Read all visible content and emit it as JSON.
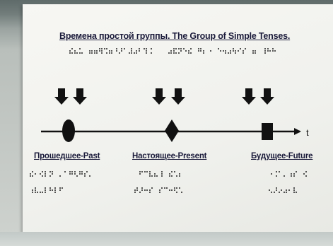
{
  "title": "Времена простой группы. The Group of Simple Tenses.",
  "axis": {
    "end_label": "t"
  },
  "tenses": [
    {
      "label": "Прошедшее-Past",
      "marker": "ellipse"
    },
    {
      "label": "Настоящее-Present",
      "marker": "diamond"
    },
    {
      "label": "Будущее-Future",
      "marker": "square"
    }
  ],
  "colors": {
    "ink": "#111111",
    "text": "#1a1a3a",
    "paper": "#f2f3ef"
  }
}
